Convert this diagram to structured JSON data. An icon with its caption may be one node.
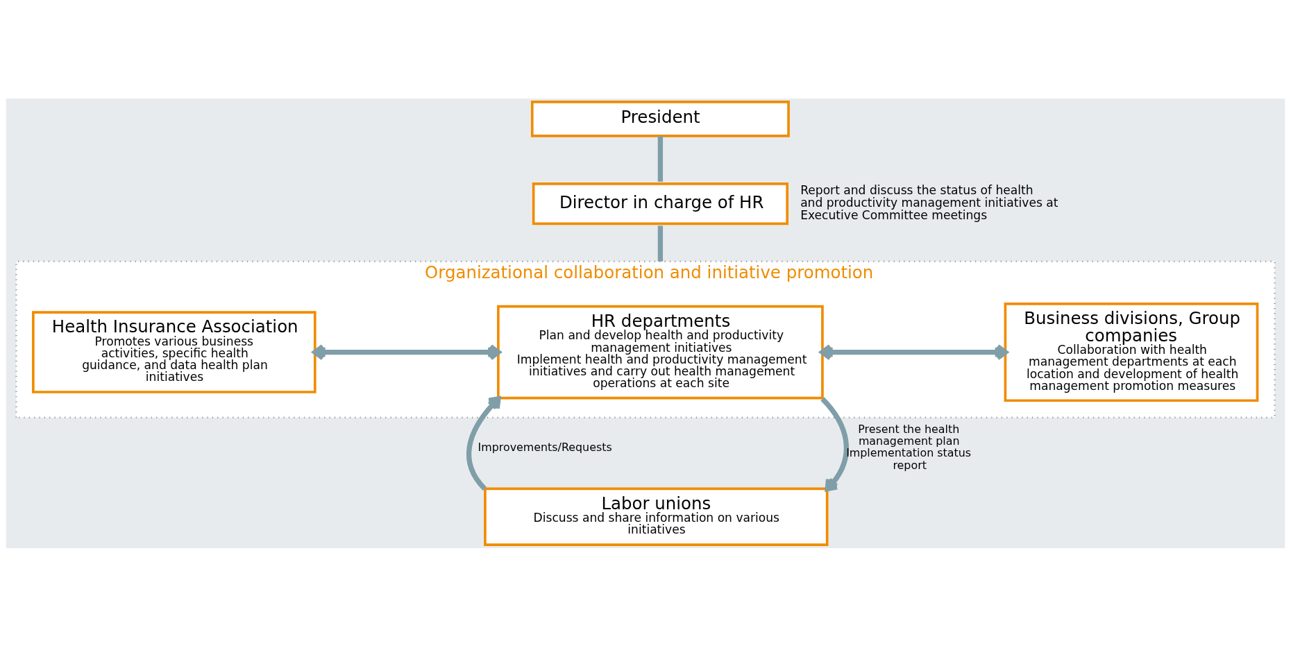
{
  "diagram": {
    "nodes": [
      {
        "text": [
          "President"
        ]
      },
      {
        "text": [
          "Director in charge of HR"
        ],
        "beside": [
          "Report and discuss the status of health and productivity management initiatives at Executive Committee meetings"
        ]
      },
      {
        "text": [
          "Organizational collaboration and initiative promotion"
        ]
      },
      {
        "text": [
          "Health Insurance Association",
          "Promotes various business activities, specific health guidance, and data health plan initiatives"
        ],
        "in": 2
      },
      {
        "text": [
          "HR departments",
          "Plan and develop health and productivity management initiatives",
          "Implement health and productivity management initiatives and carry out health management operations at each site"
        ],
        "in": 2
      },
      {
        "text": [
          "Business divisions, Group companies",
          "Collaboration with health management departments at each location and development of health management promotion measures"
        ],
        "in": 2
      },
      {
        "text": [
          "Labor unions",
          "Discuss and share information on various initiatives"
        ]
      }
    ],
    "edges": [
      {
        "from": 0,
        "to": 1,
        "arrow": "none"
      },
      {
        "from": 1,
        "to": 2,
        "arrow": "none"
      },
      {
        "from": 3,
        "to": 4,
        "arrow": "both"
      },
      {
        "from": 4,
        "to": 5,
        "arrow": "both"
      },
      {
        "from": 6,
        "to": 4,
        "arrow": "to",
        "label": "Improvements/Requests"
      },
      {
        "from": 4,
        "to": 6,
        "arrow": "to",
        "label": "Present the health management plan Implementation status report"
      }
    ]
  }
}
